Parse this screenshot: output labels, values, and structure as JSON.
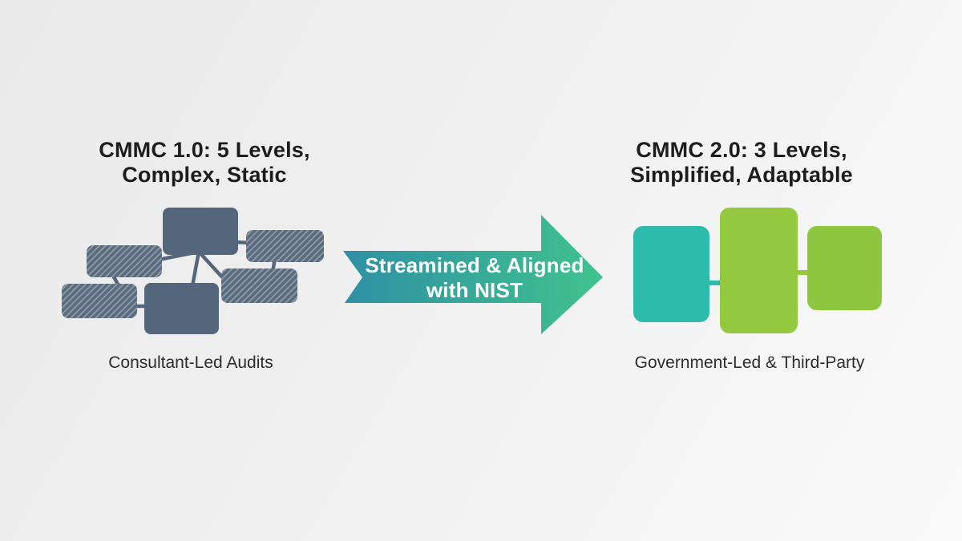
{
  "left_panel": {
    "heading_line1": "CMMC 1.0: 5 Levels,",
    "heading_line2": "Complex, Static",
    "caption": "Consultant-Led Audits"
  },
  "arrow": {
    "label_line1": "Streamined & Aligned",
    "label_line2": "with NIST"
  },
  "right_panel": {
    "heading_line1": "CMMC 2.0: 3 Levels,",
    "heading_line2": "Simplified, Adaptable",
    "caption": "Government-Led & Third-Party"
  },
  "colors": {
    "heading_text": "#1d1d1d",
    "caption_text": "#2d2d2d",
    "slate_solid": "#54667b",
    "slate_hatch_base": "#5a6b7d",
    "slate_hatch_stripe": "#8f9caa",
    "arrow_teal": "#2e90a5",
    "arrow_green": "#41c28d",
    "arrow_text": "#ffffff",
    "teal_box": "#2dbcab",
    "green_box": "#94c83e",
    "green_box_right": "#8ec63f"
  }
}
